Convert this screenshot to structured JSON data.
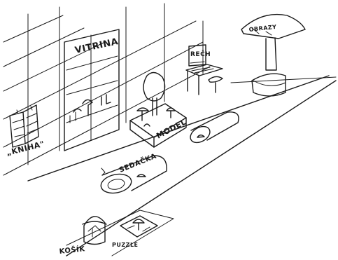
{
  "labels": {
    "kniha": "„KNIHA\"",
    "vitrina": "VITRINA",
    "obrazy": "OBRAZY",
    "rech": "REČH",
    "model": "MODEL",
    "sedacka": "SEDAČKA",
    "kosik": "KOŠÍK",
    "puzzle": "PUZZLE"
  }
}
